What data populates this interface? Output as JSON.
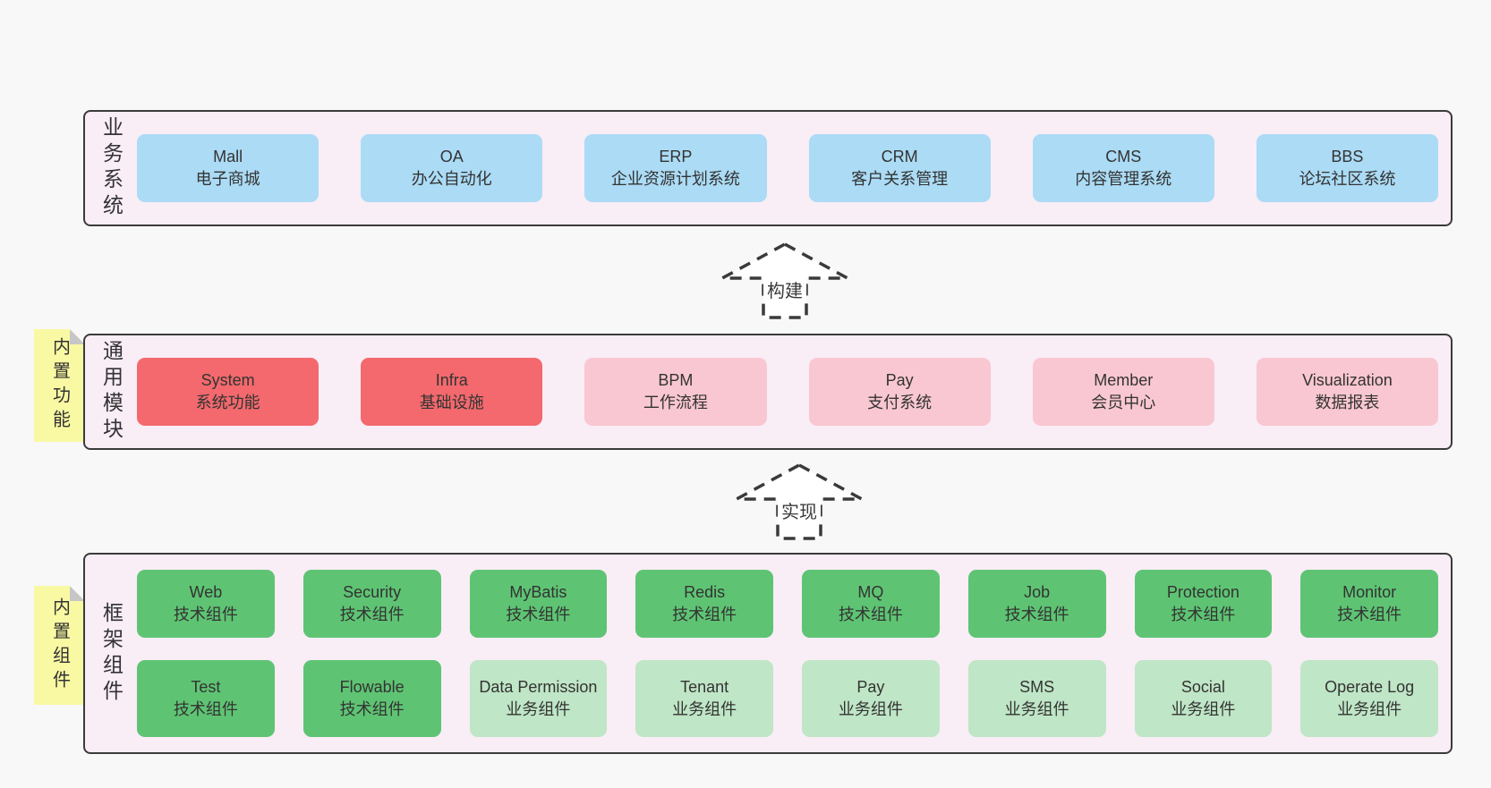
{
  "colors": {
    "page_bg": "#f8f8f8",
    "panel_bg": "#f9edf6",
    "panel_border": "#3b3b3b",
    "blue_box": "#abdbf5",
    "red_box": "#f3696d",
    "pink_box": "#f9c7d1",
    "green_box": "#5ec473",
    "light_green_box": "#bfe6c6",
    "sticky_yellow": "#f9f9a3",
    "sticky_fold": "#c6c6c6",
    "text": "#333333"
  },
  "layer1": {
    "label": "业务系统",
    "boxes": [
      {
        "en": "Mall",
        "zh": "电子商城"
      },
      {
        "en": "OA",
        "zh": "办公自动化"
      },
      {
        "en": "ERP",
        "zh": "企业资源计划系统"
      },
      {
        "en": "CRM",
        "zh": "客户关系管理"
      },
      {
        "en": "CMS",
        "zh": "内容管理系统"
      },
      {
        "en": "BBS",
        "zh": "论坛社区系统"
      }
    ]
  },
  "arrow1": {
    "label": "构建"
  },
  "layer2": {
    "label": "通用模块",
    "sticky": "内置功能",
    "boxes": [
      {
        "en": "System",
        "zh": "系统功能"
      },
      {
        "en": "Infra",
        "zh": "基础设施"
      },
      {
        "en": "BPM",
        "zh": "工作流程"
      },
      {
        "en": "Pay",
        "zh": "支付系统"
      },
      {
        "en": "Member",
        "zh": "会员中心"
      },
      {
        "en": "Visualization",
        "zh": "数据报表"
      }
    ]
  },
  "arrow2": {
    "label": "实现"
  },
  "layer3": {
    "label": "框架组件",
    "sticky": "内置组件",
    "row1": [
      {
        "en": "Web",
        "zh": "技术组件"
      },
      {
        "en": "Security",
        "zh": "技术组件"
      },
      {
        "en": "MyBatis",
        "zh": "技术组件"
      },
      {
        "en": "Redis",
        "zh": "技术组件"
      },
      {
        "en": "MQ",
        "zh": "技术组件"
      },
      {
        "en": "Job",
        "zh": "技术组件"
      },
      {
        "en": "Protection",
        "zh": "技术组件"
      },
      {
        "en": "Monitor",
        "zh": "技术组件"
      }
    ],
    "row2": [
      {
        "en": "Test",
        "zh": "技术组件"
      },
      {
        "en": "Flowable",
        "zh": "技术组件"
      },
      {
        "en": "Data Permission",
        "zh": "业务组件"
      },
      {
        "en": "Tenant",
        "zh": "业务组件"
      },
      {
        "en": "Pay",
        "zh": "业务组件"
      },
      {
        "en": "SMS",
        "zh": "业务组件"
      },
      {
        "en": "Social",
        "zh": "业务组件"
      },
      {
        "en": "Operate Log",
        "zh": "业务组件"
      }
    ]
  }
}
